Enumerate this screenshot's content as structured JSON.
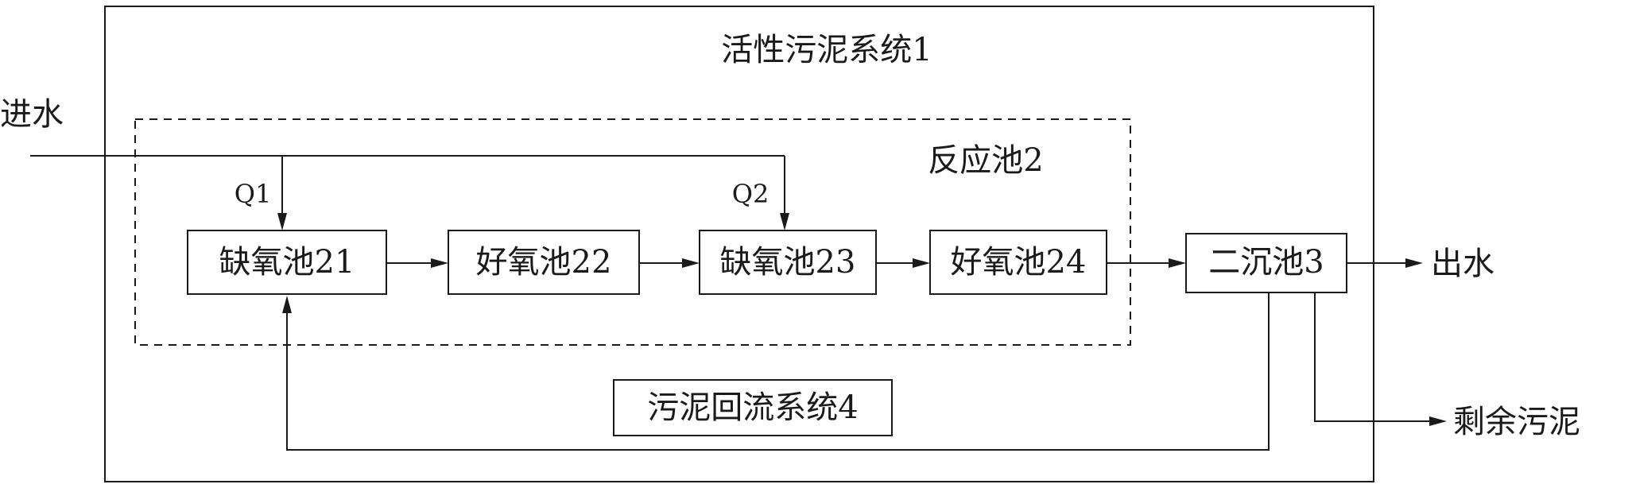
{
  "system": {
    "title": "活性污泥系统1"
  },
  "reactor": {
    "title": "反应池2"
  },
  "inlet": {
    "label": "进水"
  },
  "flows": {
    "q1": "Q1",
    "q2": "Q2"
  },
  "tanks": [
    {
      "label": "缺氧池21"
    },
    {
      "label": "好氧池22"
    },
    {
      "label": "缺氧池23"
    },
    {
      "label": "好氧池24"
    }
  ],
  "clarifier": {
    "label": "二沉池3"
  },
  "outlet": {
    "label": "出水"
  },
  "sludge_return": {
    "label": "污泥回流系统4"
  },
  "excess_sludge": {
    "label": "剩余污泥"
  }
}
